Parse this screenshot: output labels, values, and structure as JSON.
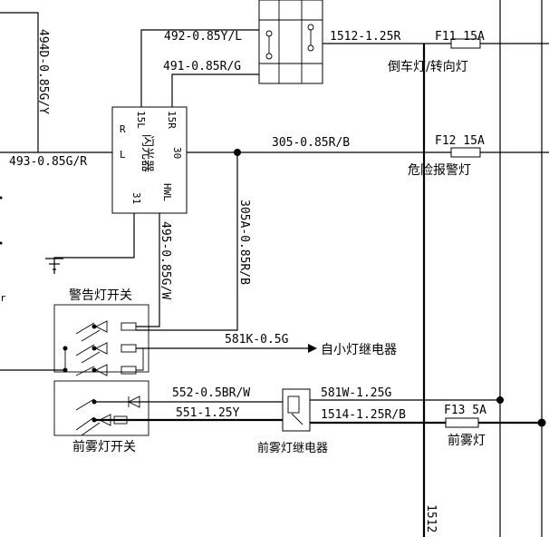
{
  "wires": {
    "w494d": "494D-0.85G/Y",
    "w492": "492-0.85Y/L",
    "w491": "491-0.85R/G",
    "w493": "493-0.85G/R",
    "w305": "305-0.85R/B",
    "w495": "495-0.85G/W",
    "w305a": "305A-0.85R/B",
    "w581k": "581K-0.5G",
    "w552": "552-0.5BR/W",
    "w581w": "581W-1.25G",
    "w551": "551-1.25Y",
    "w1514": "1514-1.25R/B",
    "w1512": "1512-1.25R",
    "w1512_bottom": "1512"
  },
  "fuses": {
    "f11": "F11 15A",
    "f12": "F12 15A",
    "f13": "F13 5A"
  },
  "labels": {
    "reverse_turn": "倒车灯/转向灯",
    "hazard": "危险报警灯",
    "warning_switch": "警告灯开关",
    "from_relay": "自小灯继电器",
    "fog_relay": "前雾灯继电器",
    "fog_switch": "前雾灯开关",
    "fog_lamp": "前雾灯"
  },
  "flasher": {
    "name": "闪光器",
    "pin_15l": "15L",
    "pin_15r": "15R",
    "pin_r": "R",
    "pin_l": "L",
    "pin_30": "30",
    "pin_hwl": "HWL",
    "pin_31": "31"
  }
}
